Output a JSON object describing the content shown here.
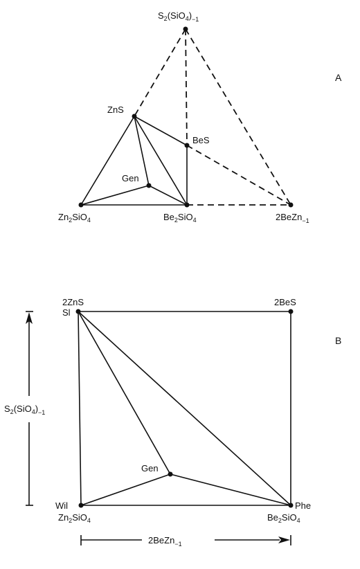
{
  "panel_a": {
    "letter": "A",
    "labels": {
      "apex_base": "S",
      "apex_sub1": "2",
      "apex_mid": "(SiO",
      "apex_sub2": "4",
      "apex_close": ")",
      "apex_sub3": "−1",
      "zns": "ZnS",
      "bes": "BeS",
      "gen": "Gen",
      "zn2sio4_a": "Zn",
      "zn2sio4_b": "2",
      "zn2sio4_c": "SiO",
      "zn2sio4_d": "4",
      "be2sio4_a": "Be",
      "be2sio4_b": "2",
      "be2sio4_c": "SiO",
      "be2sio4_d": "4",
      "bezn_a": "2BeZn",
      "bezn_b": "−1"
    }
  },
  "panel_b": {
    "letter": "B",
    "labels": {
      "tl_1": "2ZnS",
      "tl_2": "Sl",
      "tr": "2BeS",
      "gen": "Gen",
      "bl_1": "Wil",
      "bl_2a": "Zn",
      "bl_2b": "2",
      "bl_2c": "SiO",
      "bl_2d": "4",
      "br_1": "Phe",
      "br_2a": "Be",
      "br_2b": "2",
      "br_2c": "SiO",
      "br_2d": "4",
      "yaxis_a": "S",
      "yaxis_b": "2",
      "yaxis_c": "(SiO",
      "yaxis_d": "4",
      "yaxis_e": ")",
      "yaxis_f": "−1",
      "xaxis_a": "2BeZn",
      "xaxis_b": "−1"
    }
  }
}
